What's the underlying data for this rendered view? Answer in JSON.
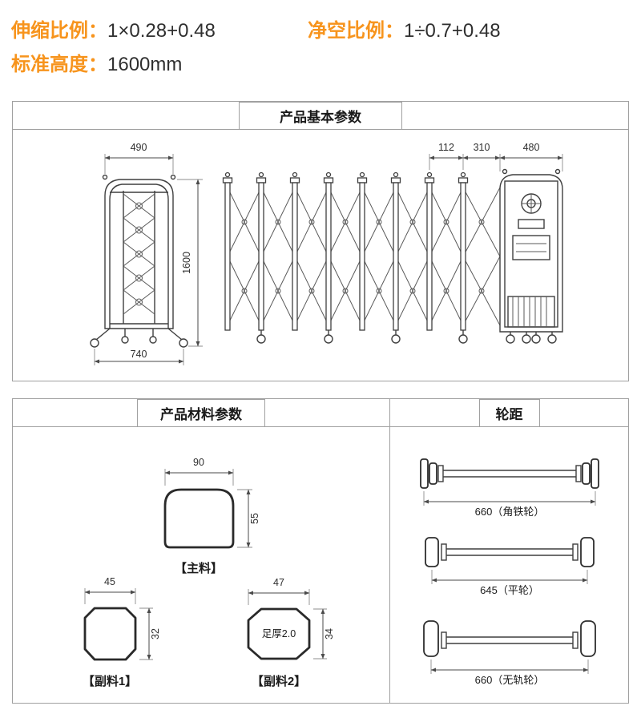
{
  "colors": {
    "accent_orange": "#f7941d",
    "border_gray": "#a0a0a0",
    "drawing_dark": "#3f3f3f"
  },
  "specs": {
    "sep": "：",
    "items": [
      {
        "label": "伸缩比例",
        "value": "1×0.28+0.48"
      },
      {
        "label": "净空比例",
        "value": "1÷0.7+0.48"
      },
      {
        "label": "标准高度",
        "value": "1600mm"
      }
    ]
  },
  "panel_basic": {
    "title": "产品基本参数",
    "dim_front_top": "490",
    "dim_front_height": "1600",
    "dim_front_base": "740",
    "dim_pitch": "112",
    "dim_tail": "310",
    "dim_motor": "480"
  },
  "panel_material": {
    "title": "产品材料参数",
    "main": {
      "label": "【主料】",
      "width": "90",
      "height": "55"
    },
    "aux1": {
      "label": "【副料1】",
      "width": "45",
      "height": "32"
    },
    "aux2": {
      "label": "【副料2】",
      "width": "47",
      "height": "34",
      "note": "足厚2.0"
    }
  },
  "panel_wheel": {
    "title": "轮距",
    "rows": [
      {
        "label": "660（角铁轮）"
      },
      {
        "label": "645（平轮）"
      },
      {
        "label": "660（无轨轮）"
      }
    ]
  }
}
